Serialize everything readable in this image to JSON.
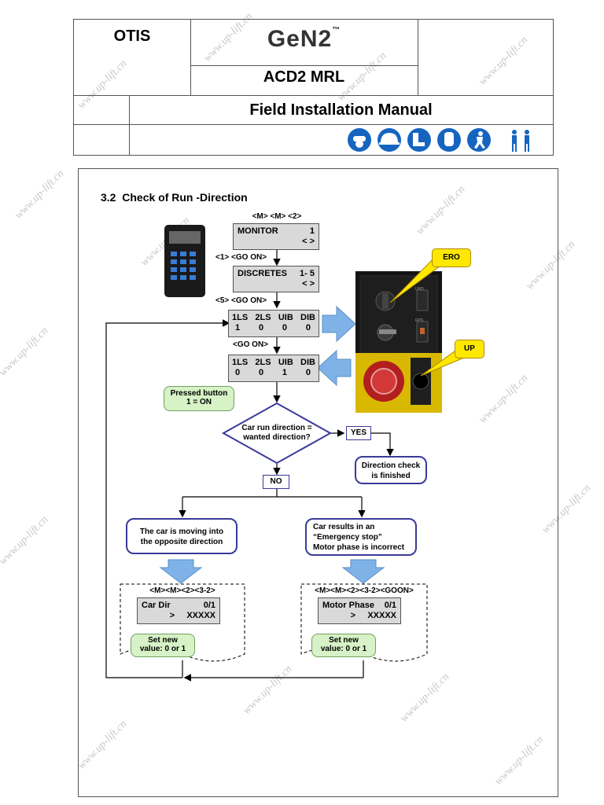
{
  "header": {
    "company": "OTIS",
    "product_logo": "GeN2",
    "product_logo_mark": "™",
    "model": "ACD2 MRL",
    "manual_title": "Field Installation Manual",
    "safety_icons": [
      "goggles-icon",
      "helmet-icon",
      "safety-boots-icon",
      "gloves-icon",
      "harness-icon",
      "two-persons-icon"
    ]
  },
  "section": {
    "title": "3.2  Check of Run -Direction"
  },
  "flow": {
    "key_seq_1": "<M> <M> <2>",
    "monitor": {
      "line1_left": "MONITOR",
      "line1_right": "1",
      "line2": "< >"
    },
    "key_seq_2": "<1> <GO ON>",
    "discretes": {
      "line1_left": "DISCRETES",
      "line1_right": "1- 5",
      "line2": "< >"
    },
    "key_seq_3": "<5> <GO ON>",
    "lcd_a": {
      "row1": [
        "1LS",
        "2LS",
        "UIB",
        "DIB"
      ],
      "row2": [
        "1",
        "0",
        "0",
        "0"
      ]
    },
    "key_seq_4": "<GO ON>",
    "lcd_b": {
      "row1": [
        "1LS",
        "2LS",
        "UIB",
        "DIB"
      ],
      "row2": [
        "0",
        "0",
        "1",
        "0"
      ]
    },
    "pressed_note": {
      "line1": "Pressed button",
      "line2": "1 = ON"
    },
    "decision": {
      "line1": "Car run direction =",
      "line2": "wanted direction?"
    },
    "yes_label": "YES",
    "no_label": "NO",
    "finished": {
      "line1": "Direction check",
      "line2": "is finished"
    },
    "left_case": {
      "line1": "The car is moving into",
      "line2": "the opposite direction"
    },
    "right_case": {
      "line1": "Car results in an",
      "line2": "“Emergency stop”",
      "line3": "Motor phase is incorrect"
    },
    "left_panel": {
      "keys": "<M><M><2><3-2>",
      "lcd_line1_left": "Car Dir",
      "lcd_line1_right": "0/1",
      "lcd_line2": ">     XXXXX",
      "note_line1": "Set new",
      "note_line2": "value: 0 or 1"
    },
    "right_panel": {
      "keys": "<M><M><2><3-2><GOON>",
      "lcd_line1_left": "Motor Phase",
      "lcd_line1_right": "0/1",
      "lcd_line2": ">     XXXXX",
      "note_line1": "Set new",
      "note_line2": "value: 0 or 1"
    }
  },
  "photo": {
    "ero_label": "ERO",
    "up_label": "UP",
    "switch_label_1": "UHD",
    "switch_label_2": "RPS"
  },
  "watermark": "www.up-lift.cn",
  "colors": {
    "accent_blue": "#3a3a9a",
    "arrow_blue": "#7fb3e8",
    "note_green": "#d6f2c6",
    "tag_yellow": "#ffe800",
    "icon_blue": "#1565c0"
  }
}
